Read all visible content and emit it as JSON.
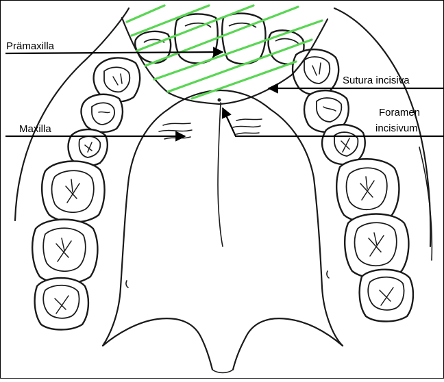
{
  "figure": {
    "labels": {
      "praemaxilla": "Prämaxilla",
      "maxilla": "Maxilla",
      "sutura_incisiva": "Sutura incisiva",
      "foramen_line1": "Foramen",
      "foramen_line2": "incisivum"
    },
    "colors": {
      "hatch": "#59d653",
      "line": "#000000",
      "background": "#ffffff"
    }
  }
}
